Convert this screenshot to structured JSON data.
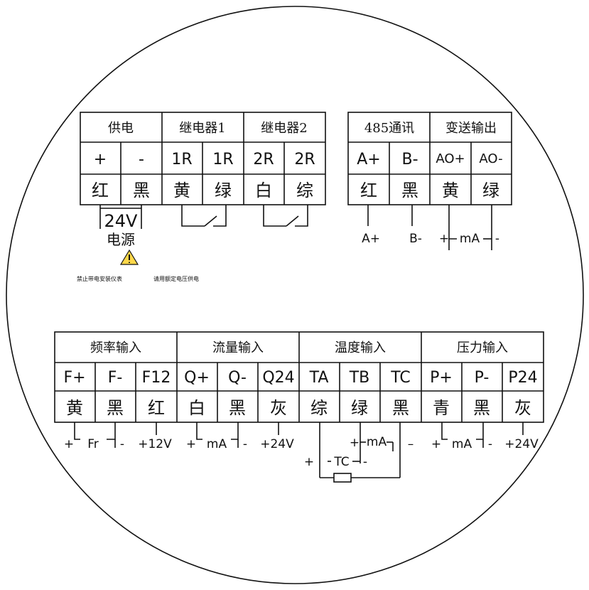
{
  "power_group": {
    "header_supply": "供电",
    "header_relay1": "继电器1",
    "header_relay2": "继电器2",
    "terminals": [
      "+",
      "-",
      "1R",
      "1R",
      "2R",
      "2R"
    ],
    "colors": [
      "红",
      "黑",
      "黄",
      "绿",
      "白",
      "综"
    ],
    "voltage": "24V",
    "source": "电源",
    "warning_left": "禁止带电安装仪表",
    "warning_right": "请用额定电压供电"
  },
  "comm_group": {
    "header_485": "485通讯",
    "header_output": "变送输出",
    "terminals": [
      "A+",
      "B-",
      "AO+",
      "AO-"
    ],
    "colors": [
      "红",
      "黑",
      "黄",
      "绿"
    ],
    "label_a": "A+",
    "label_b": "B-",
    "label_ao_plus": "+",
    "label_ao_ma": "mA",
    "label_ao_minus": "-"
  },
  "input_group": {
    "header_freq": "频率输入",
    "header_flow": "流量输入",
    "header_temp": "温度输入",
    "header_press": "压力输入",
    "terminals": [
      "F+",
      "F-",
      "F12",
      "Q+",
      "Q-",
      "Q24",
      "TA",
      "TB",
      "TC",
      "P+",
      "P-",
      "P24"
    ],
    "colors": [
      "黄",
      "黑",
      "红",
      "白",
      "黑",
      "灰",
      "综",
      "绿",
      "黑",
      "青",
      "黑",
      "灰"
    ],
    "freq_plus": "+",
    "freq_label": "Fr",
    "freq_minus": "-",
    "freq_12v": "+12V",
    "flow_plus": "+",
    "flow_ma": "mA",
    "flow_minus": "-",
    "flow_24v": "+24V",
    "temp_plus_upper": "+",
    "temp_ma": "mA",
    "temp_minus_upper": "–",
    "temp_plus_lower": "+",
    "temp_tc": "TC",
    "temp_minus_lower": "-",
    "press_plus": "+",
    "press_ma": "mA",
    "press_minus": "-",
    "press_24v": "+24V"
  }
}
